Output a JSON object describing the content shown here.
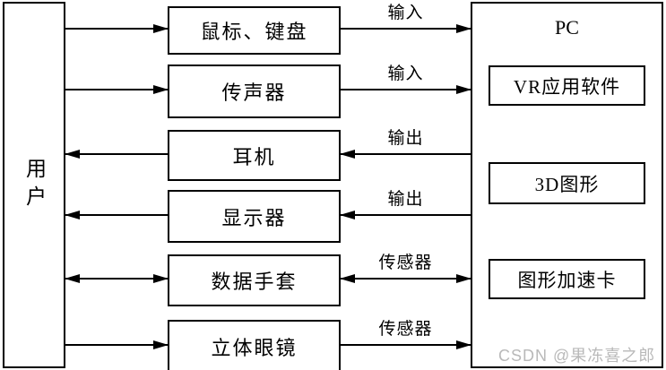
{
  "diagram": {
    "title_hint": "VR system architecture diagram",
    "user": {
      "label": "用户"
    },
    "pc": {
      "label": "PC",
      "components": [
        {
          "label": "VR应用软件"
        },
        {
          "label": "3D图形"
        },
        {
          "label": "图形加速卡"
        }
      ]
    },
    "devices": [
      {
        "label": "鼠标、键盘",
        "flow_label": "输入",
        "direction": "user-to-pc"
      },
      {
        "label": "传声器",
        "flow_label": "输入",
        "direction": "user-to-pc"
      },
      {
        "label": "耳机",
        "flow_label": "输出",
        "direction": "pc-to-user"
      },
      {
        "label": "显示器",
        "flow_label": "输出",
        "direction": "pc-to-user"
      },
      {
        "label": "数据手套",
        "flow_label": "传感器",
        "direction": "bidirectional"
      },
      {
        "label": "立体眼镜",
        "flow_label": "传感器",
        "direction": "user-to-pc"
      }
    ],
    "colors": {
      "line": "#000000",
      "background": "#ffffff",
      "watermark": "#b9b9b9"
    }
  },
  "watermark": {
    "text": "CSDN @果冻喜之郎"
  }
}
